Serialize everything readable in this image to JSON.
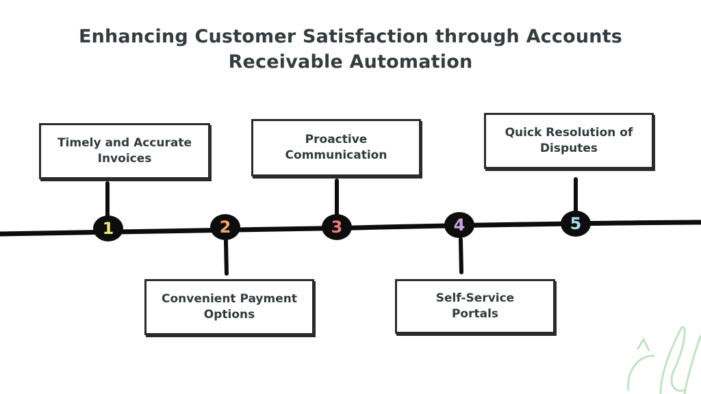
{
  "title": {
    "line1": "Enhancing Customer Satisfaction through Accounts",
    "line2": "Receivable Automation"
  },
  "steps": [
    {
      "number": "1",
      "label": "Timely and Accurate\nInvoices",
      "color": "#f3e77a"
    },
    {
      "number": "2",
      "label": "Convenient Payment\nOptions",
      "color": "#f6a76a"
    },
    {
      "number": "3",
      "label": "Proactive\nCommunication",
      "color": "#f07a7a"
    },
    {
      "number": "4",
      "label": "Self-Service\nPortals",
      "color": "#c9a6e3"
    },
    {
      "number": "5",
      "label": "Quick Resolution of\nDisputes",
      "color": "#a9dbe6"
    }
  ],
  "colors": {
    "line": "#0d0d0d",
    "text": "#2f3a3d",
    "watermark": "#bfe3c3"
  }
}
